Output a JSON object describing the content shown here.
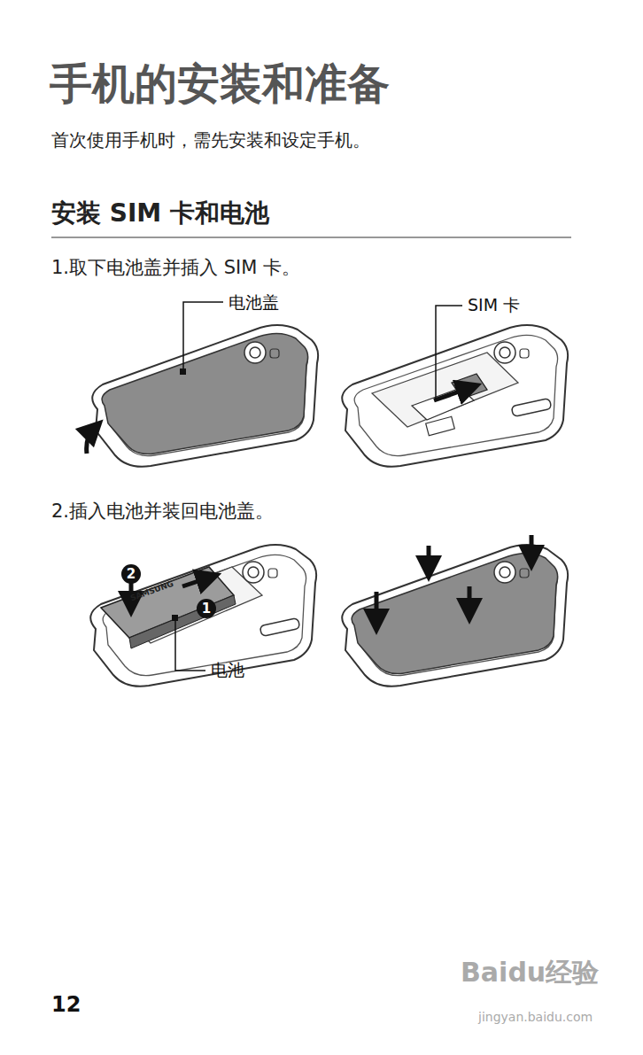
{
  "diagram": {
    "title": "手机的安装和准备",
    "labels": [
      "首次使用手机时，需先安装和设定手机。",
      "安装 SIM 卡和电池",
      "1.取下电池盖并插入 SIM 卡。",
      "电池盖",
      "SIM 卡",
      "2.插入电池并装回电池盖。",
      "2",
      "SAMSUNG",
      "1",
      "电池",
      "12",
      "Baidu经验",
      "jingyan.baidu.com"
    ]
  }
}
